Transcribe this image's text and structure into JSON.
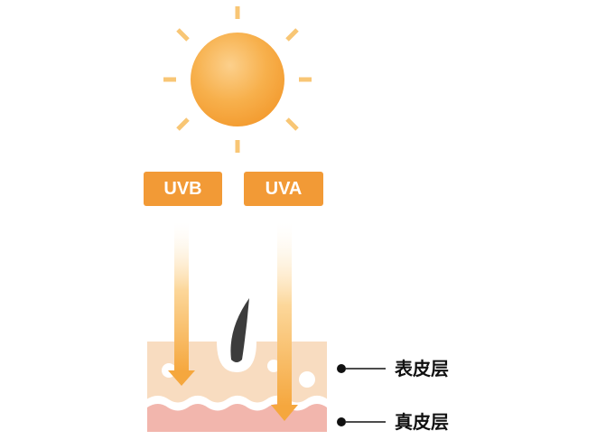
{
  "rays": [
    "UVB",
    "UVA"
  ],
  "layers": {
    "epidermis": "表皮层",
    "dermis": "真皮层"
  },
  "colors": {
    "sun": "#f5a43a",
    "badge": "#f29a36",
    "epidermis": "#f8dcc0",
    "dermis": "#f2b6ad",
    "hair": "#3c3c3c",
    "marker": "#111111"
  },
  "icons": {
    "sun": "sun-icon",
    "hair": "hair-icon"
  }
}
